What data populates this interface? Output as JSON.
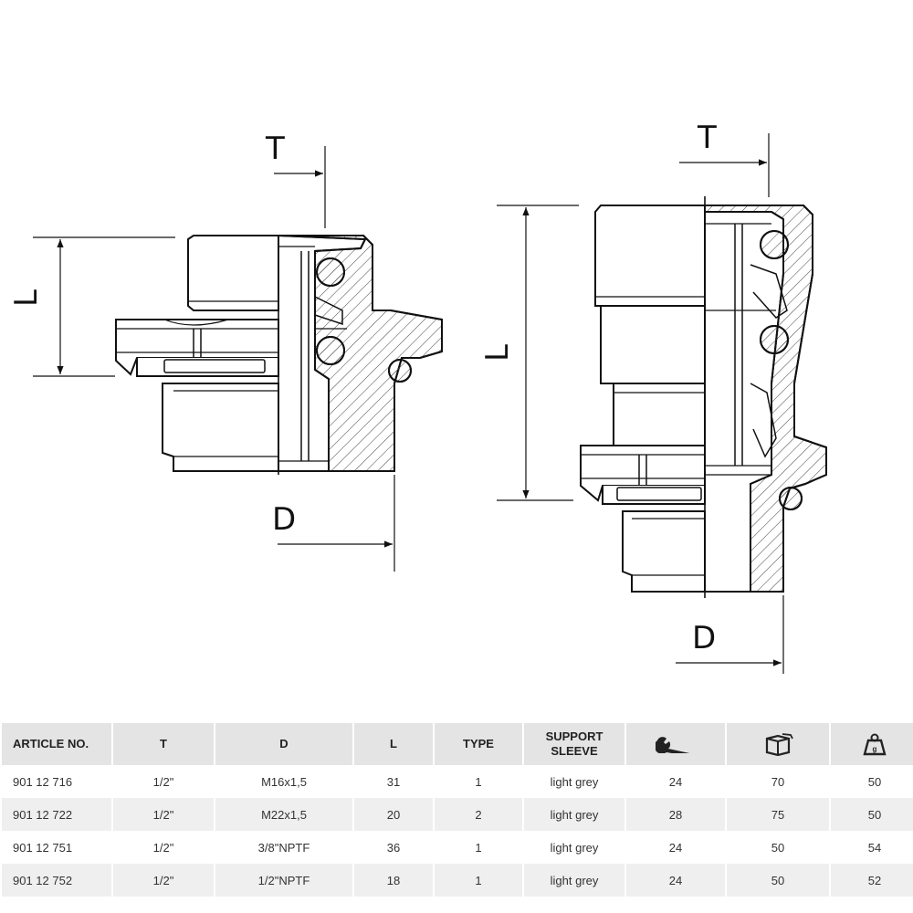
{
  "drawing": {
    "labels": {
      "t": "T",
      "l": "L",
      "d": "D"
    }
  },
  "table": {
    "headers": {
      "article": "ARTICLE NO.",
      "t": "T",
      "d": "D",
      "l": "L",
      "type": "TYPE",
      "support_line1": "SUPPORT",
      "support_line2": "SLEEVE",
      "wrench_icon": "wrench-icon",
      "box_icon": "box-icon",
      "weight_icon": "weight-icon"
    },
    "rows": [
      {
        "article": "901 12 716",
        "t": "1/2\"",
        "d": "M16x1,5",
        "l": "31",
        "type": "1",
        "sleeve": "light grey",
        "wrench": "24",
        "box": "70",
        "weight": "50"
      },
      {
        "article": "901 12 722",
        "t": "1/2\"",
        "d": "M22x1,5",
        "l": "20",
        "type": "2",
        "sleeve": "light grey",
        "wrench": "28",
        "box": "75",
        "weight": "50"
      },
      {
        "article": "901 12 751",
        "t": "1/2\"",
        "d": "3/8\"NPTF",
        "l": "36",
        "type": "1",
        "sleeve": "light grey",
        "wrench": "24",
        "box": "50",
        "weight": "54"
      },
      {
        "article": "901 12 752",
        "t": "1/2\"",
        "d": "1/2\"NPTF",
        "l": "18",
        "type": "1",
        "sleeve": "light grey",
        "wrench": "24",
        "box": "50",
        "weight": "52"
      }
    ]
  }
}
